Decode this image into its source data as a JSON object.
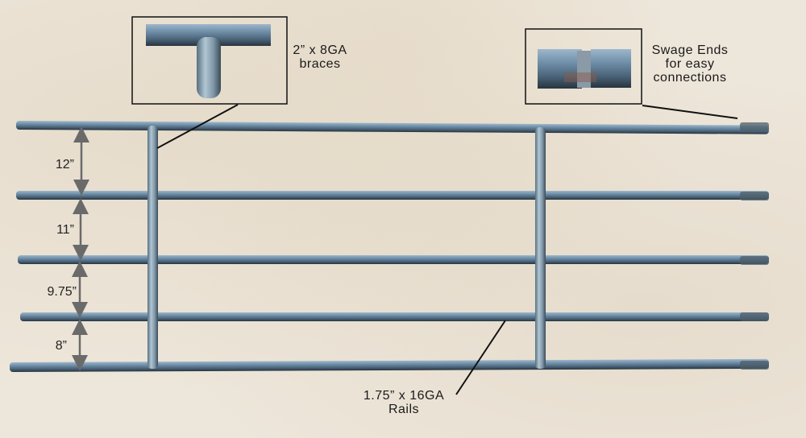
{
  "callouts": {
    "braces": {
      "line1": "2” x 8GA",
      "line2": "braces"
    },
    "swage": {
      "line1": "Swage Ends",
      "line2": "for easy",
      "line3": "connections"
    },
    "rails": {
      "line1": "1.75” x 16GA",
      "line2": "Rails"
    }
  },
  "spacing": [
    {
      "label": "12”"
    },
    {
      "label": "11”"
    },
    {
      "label": "9.75”"
    },
    {
      "label": "8”"
    }
  ],
  "colors": {
    "rail": "#5f7f99",
    "rail_highlight": "#a9c2d6",
    "rail_shadow": "#2c3c4a",
    "arrow": "#6a6a6a",
    "background": "#ede6da"
  }
}
